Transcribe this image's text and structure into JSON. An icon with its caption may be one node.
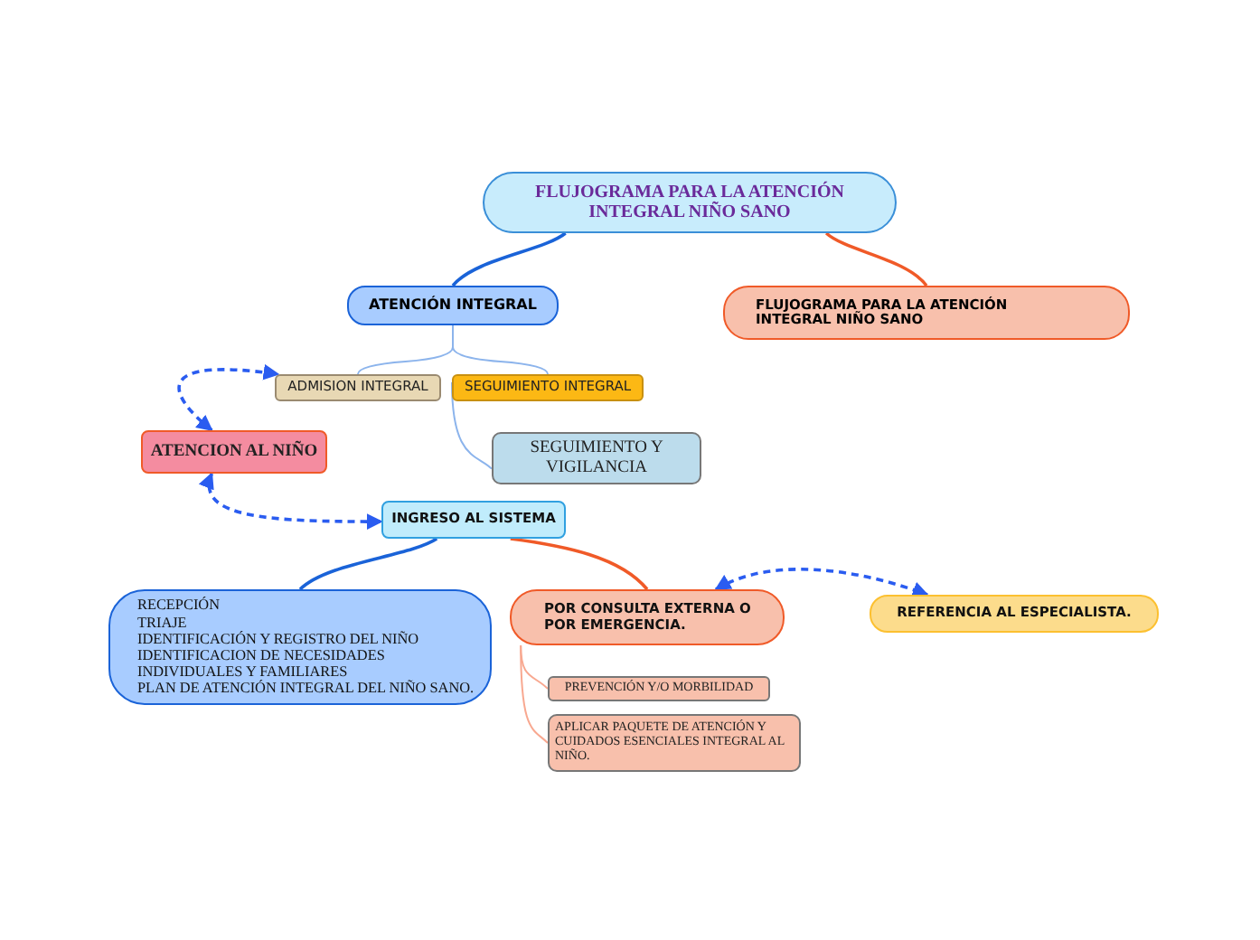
{
  "diagram": {
    "nodes": [
      {
        "text": [
          "FLUJOGRAMA PARA LA ATENCIÓN INTEGRAL NIÑO SANO"
        ]
      },
      {
        "text": [
          "ATENCIÓN INTEGRAL"
        ]
      },
      {
        "text": [
          "FLUJOGRAMA PARA LA ATENCIÓN INTEGRAL NIÑO SANO"
        ]
      },
      {
        "text": [
          "ADMISION INTEGRAL"
        ]
      },
      {
        "text": [
          "SEGUIMIENTO INTEGRAL"
        ]
      },
      {
        "text": [
          "SEGUIMIENTO Y VIGILANCIA"
        ]
      },
      {
        "text": [
          "ATENCION AL NIÑO"
        ]
      },
      {
        "text": [
          "INGRESO AL SISTEMA"
        ]
      },
      {
        "text": [
          "RECEPCIÓN",
          "TRIAJE",
          "IDENTIFICACIÓN Y REGISTRO DEL NIÑO",
          "IDENTIFICACION DE NECESIDADES",
          "INDIVIDUALES Y FAMILIARES",
          "PLAN DE ATENCIÓN INTEGRAL DEL NIÑO SANO."
        ]
      },
      {
        "text": [
          "POR CONSULTA EXTERNA O POR EMERGENCIA."
        ]
      },
      {
        "text": [
          "REFERENCIA AL ESPECIALISTA."
        ]
      },
      {
        "text": [
          "PREVENCIÓN Y/O MORBILIDAD"
        ]
      },
      {
        "text": [
          "APLICAR PAQUETE DE ATENCIÓN Y CUIDADOS ESENCIALES INTEGRAL AL NIÑO."
        ]
      }
    ],
    "edges": [
      {
        "from": 0,
        "to": 1,
        "arrow": "none",
        "color": "#1a63d8"
      },
      {
        "from": 0,
        "to": 2,
        "arrow": "none",
        "color": "#f05a28"
      },
      {
        "from": 1,
        "to": 3,
        "arrow": "none",
        "color": "#8cb4ec"
      },
      {
        "from": 1,
        "to": 4,
        "arrow": "none",
        "color": "#8cb4ec"
      },
      {
        "from": 4,
        "to": 5,
        "arrow": "none",
        "color": "#8cb4ec"
      },
      {
        "from": 6,
        "to": 3,
        "arrow": "both",
        "style": "dashed",
        "color": "#2a5cf0"
      },
      {
        "from": 6,
        "to": 7,
        "arrow": "both",
        "style": "dashed",
        "color": "#2a5cf0"
      },
      {
        "from": 7,
        "to": 8,
        "arrow": "none",
        "color": "#1a63d8"
      },
      {
        "from": 7,
        "to": 9,
        "arrow": "none",
        "color": "#f05a28"
      },
      {
        "from": 9,
        "to": 10,
        "arrow": "both",
        "style": "dashed",
        "color": "#2a5cf0"
      },
      {
        "from": 9,
        "to": 11,
        "arrow": "none",
        "color": "#f8a890"
      },
      {
        "from": 9,
        "to": 12,
        "arrow": "none",
        "color": "#f8a890"
      }
    ]
  }
}
